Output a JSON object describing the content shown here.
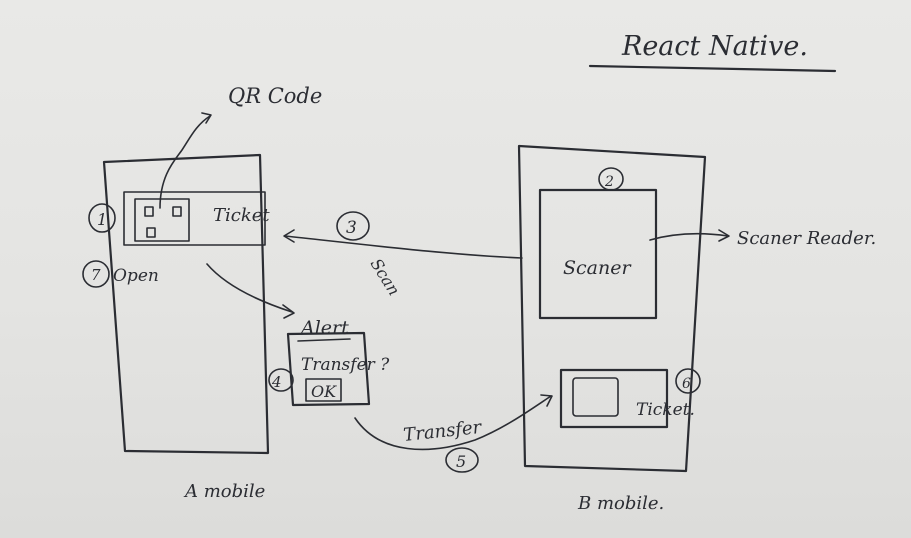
{
  "title": "React Native.",
  "qr_label": "QR Code",
  "a_device": {
    "label": "A mobile",
    "ticket_label": "Ticket",
    "step1": "1",
    "open_label": "Open",
    "step7": "7"
  },
  "alert_box": {
    "title": "Alert",
    "message": "Transfer ?",
    "ok_button": "OK",
    "step4": "4"
  },
  "b_device": {
    "label": "B mobile.",
    "scanner_label": "Scaner",
    "scanner_reader_label": "Scaner Reader.",
    "step2": "2",
    "ticket_label": "Ticket.",
    "step6": "6"
  },
  "scan_arrow": {
    "label": "Scan",
    "step": "3"
  },
  "transfer_arrow": {
    "label": "Transfer",
    "step": "5"
  }
}
